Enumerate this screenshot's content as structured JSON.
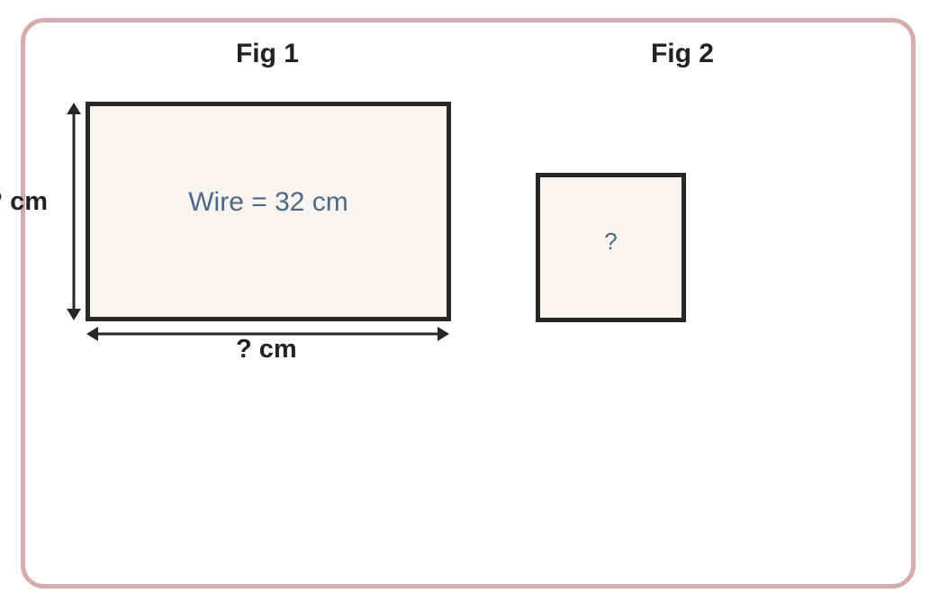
{
  "figures": {
    "fig1": {
      "title": "Fig 1",
      "inner_label": "Wire = 32 cm",
      "bottom_dimension": "? cm",
      "left_dimension": "? cm"
    },
    "fig2": {
      "title": "Fig 2",
      "inner_label": "?"
    }
  },
  "colors": {
    "frame_border": "#d4adad",
    "shape_fill": "#f8f4ef",
    "shape_border": "#272727",
    "inner_text": "#4e6887",
    "label_text": "#222222"
  }
}
